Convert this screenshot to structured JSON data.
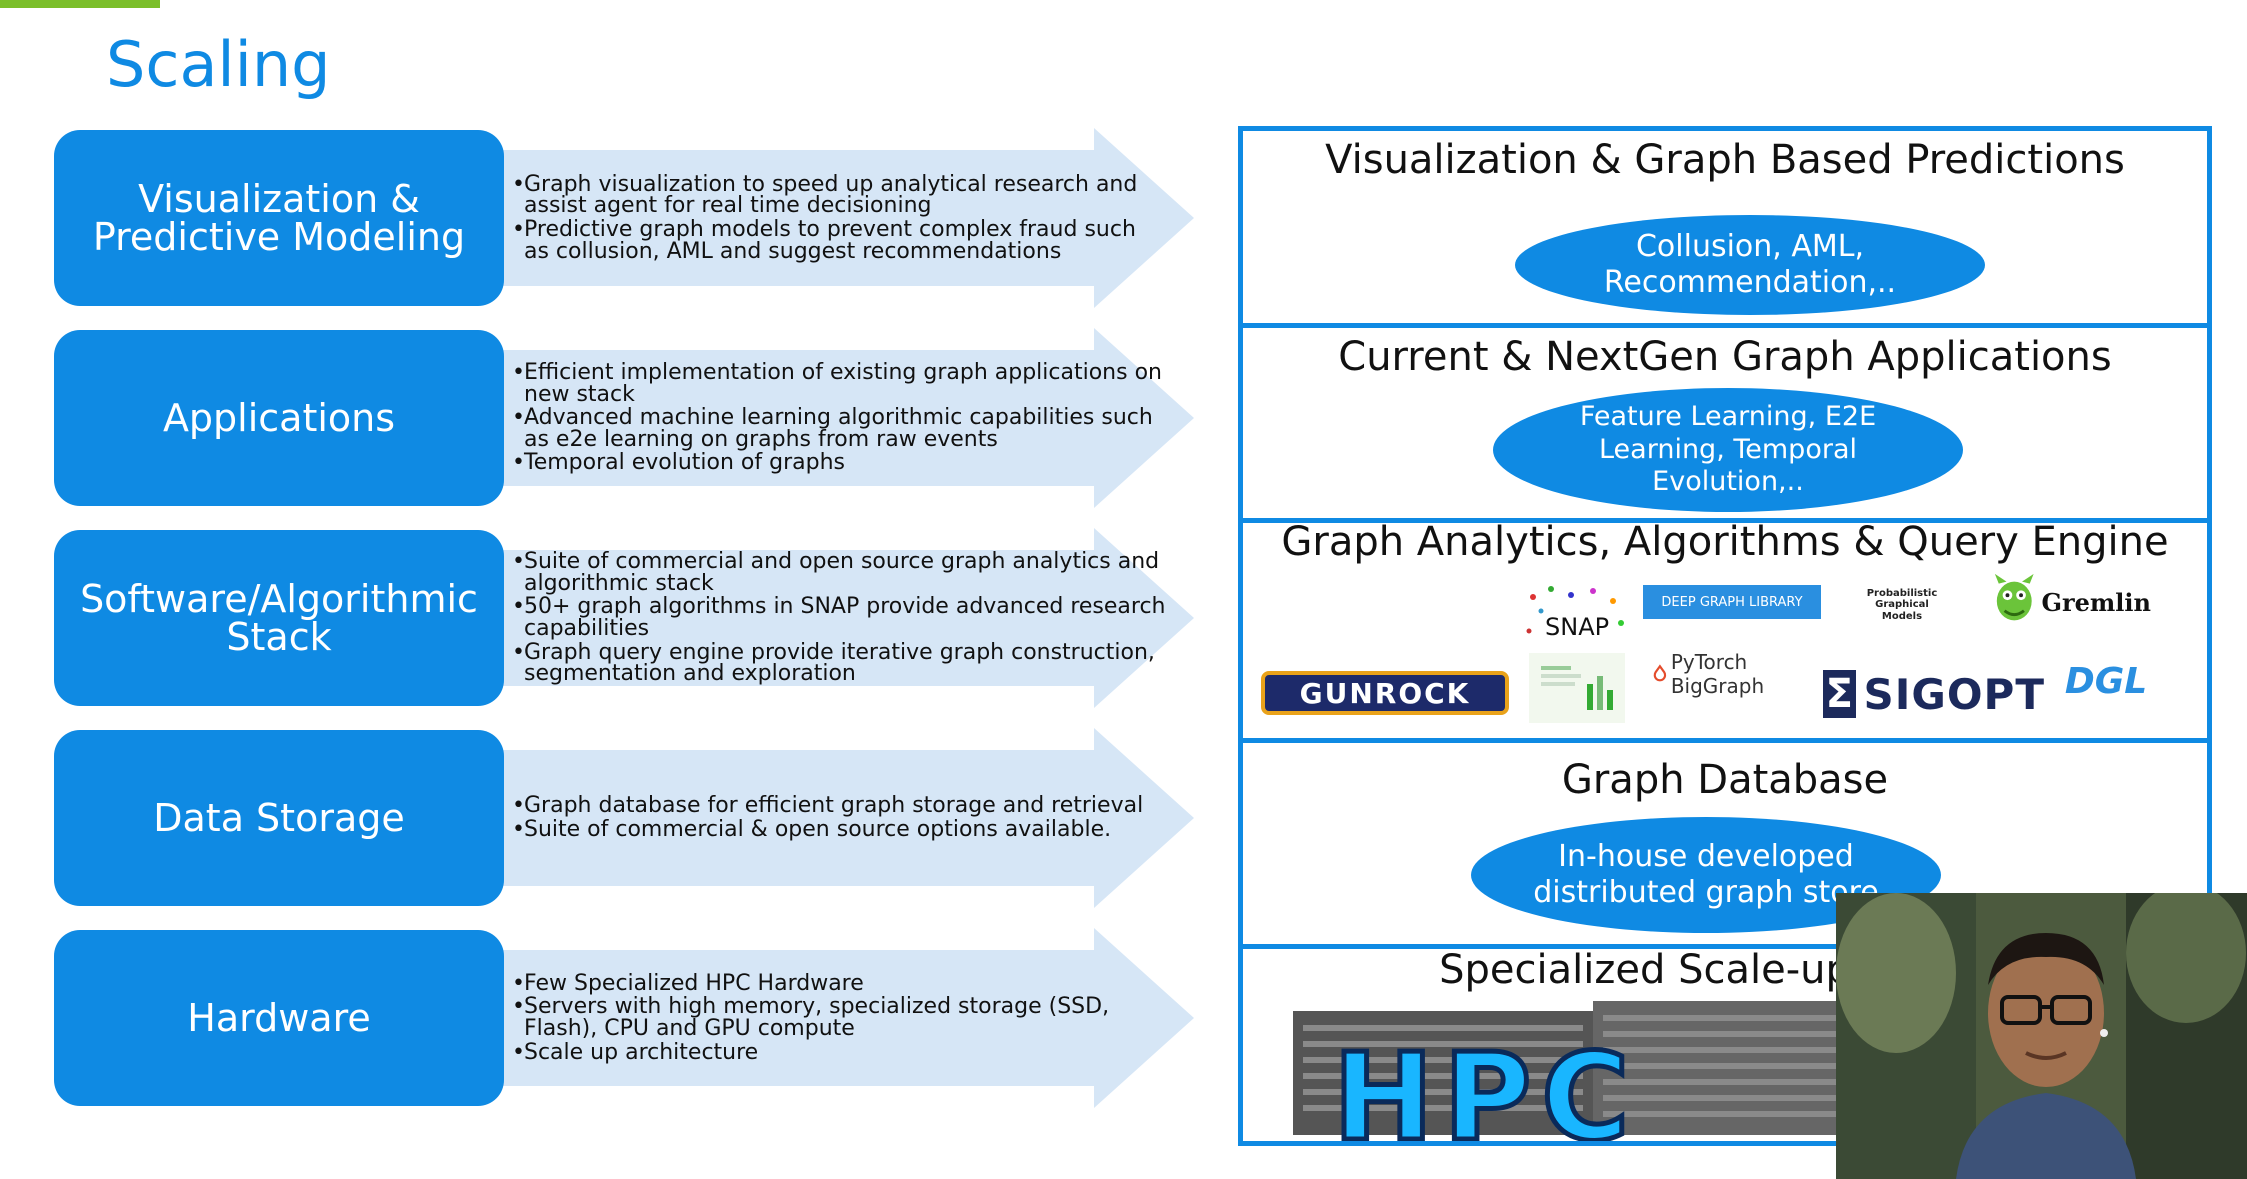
{
  "slide": {
    "title": "Scaling"
  },
  "rows": [
    {
      "label": "Visualization &\nPredictive Modeling",
      "bullets": [
        "Graph visualization to speed up analytical research and assist agent for real time decisioning",
        "Predictive graph models to prevent complex fraud such as collusion, AML and suggest recommendations"
      ]
    },
    {
      "label": "Applications",
      "bullets": [
        "Efficient implementation of existing graph applications on new stack",
        "Advanced machine learning algorithmic capabilities such as e2e learning on graphs from raw events",
        "Temporal evolution of graphs"
      ]
    },
    {
      "label": "Software/Algorithmic\nStack",
      "bullets": [
        "Suite of commercial and open source graph analytics and algorithmic stack",
        "50+ graph algorithms in SNAP provide advanced research capabilities",
        "Graph query engine provide iterative graph construction, segmentation and exploration"
      ]
    },
    {
      "label": "Data Storage",
      "bullets": [
        "Graph database for efficient graph storage and retrieval",
        "Suite of commercial & open source options available."
      ]
    },
    {
      "label": "Hardware",
      "bullets": [
        "Few Specialized HPC Hardware",
        "Servers with high memory, specialized storage (SSD, Flash), CPU and GPU compute",
        "Scale up architecture"
      ]
    }
  ],
  "stack": {
    "layers": [
      {
        "title": "Visualization & Graph Based Predictions",
        "ellipse": "Collusion, AML,\nRecommendation,.."
      },
      {
        "title": "Current & NextGen Graph Applications",
        "ellipse": "Feature Learning, E2E\nLearning, Temporal\nEvolution,.."
      },
      {
        "title": "Graph Analytics, Algorithms  & Query Engine"
      },
      {
        "title": "Graph Database",
        "ellipse": "In-house developed\ndistributed graph store"
      },
      {
        "title": "Specialized Scale-up",
        "hardware_text": "HPC"
      }
    ],
    "logos": {
      "snap": "SNAP",
      "dgl_library": "DEEP GRAPH LIBRARY",
      "pgm": "Probabilistic\nGraphical\nModels",
      "gremlin": "Gremlin",
      "gunrock": "GUNROCK",
      "pytorch": "PyTorch BigGraph",
      "sigopt": "SIGOPT",
      "dgl": "DGL"
    }
  },
  "colors": {
    "accent": "#0f8ae3",
    "arrow": "#d6e6f6",
    "top_bar": "#7bbf2a"
  }
}
